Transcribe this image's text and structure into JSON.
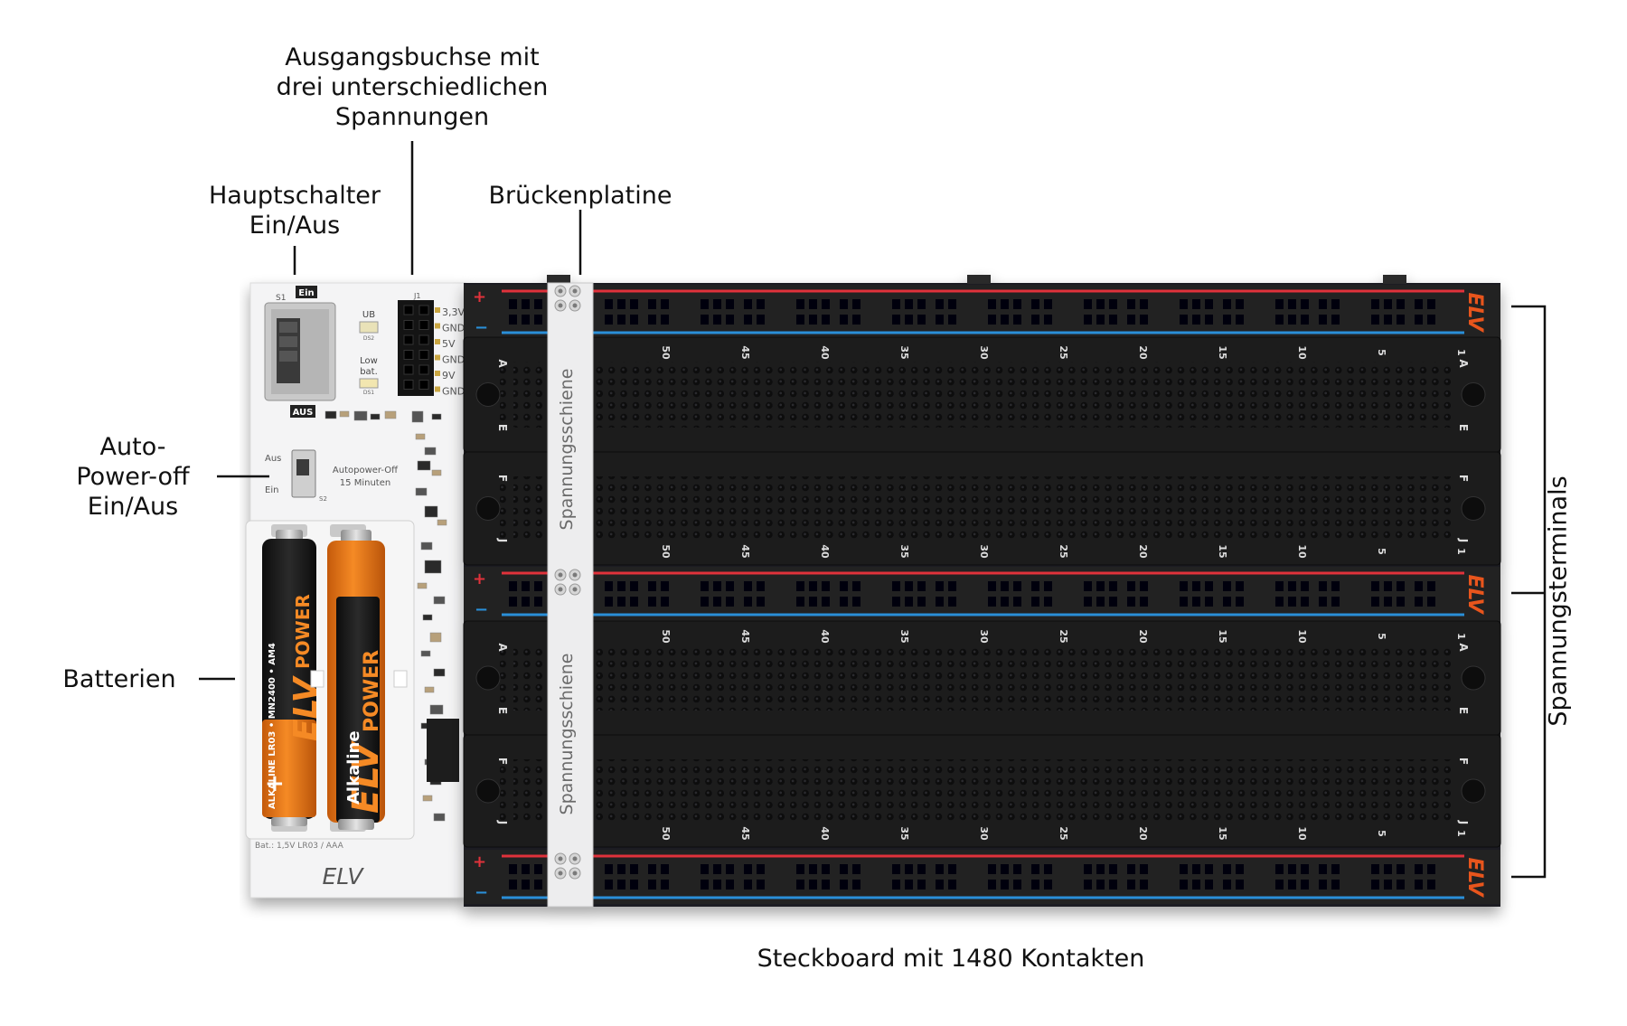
{
  "labels": {
    "output_socket": [
      "Ausgangsbuchse mit",
      "drei unterschiedlichen",
      "Spannungen"
    ],
    "main_switch": [
      "Hauptschalter",
      "Ein/Aus"
    ],
    "bridge_board": "Brückenplatine",
    "auto_power_off": [
      "Auto-",
      "Power-off",
      "Ein/Aus"
    ],
    "batteries": "Batterien",
    "voltage_terminals": "Spannungsterminals",
    "breadboard": "Steckboard mit 1480 Kontakten"
  },
  "module": {
    "switch_on": "Ein",
    "switch_off": "AUS",
    "s1": "S1",
    "j1": "J1",
    "ub": "UB",
    "ds2": "DS2",
    "low_bat": [
      "Low",
      "bat."
    ],
    "ds1": "DS1",
    "outputs": [
      "3,3V",
      "GND",
      "5V",
      "GND",
      "9V",
      "GND"
    ],
    "auto_aus": "Aus",
    "auto_ein": "Ein",
    "s2": "S2",
    "autopower_text": [
      "Autopower-Off",
      "15 Minuten"
    ],
    "bat_spec": "Bat.: 1,5V LR03 / AAA",
    "logo": "ELV"
  },
  "batteries": [
    {
      "brand": "ELV",
      "line": "POWER",
      "spec": "ALKALINE LR03 • MN2400 • AM4",
      "plus": "+"
    },
    {
      "brand": "ELV",
      "line": "POWER",
      "type": "Alkaline"
    }
  ],
  "breadboard": {
    "rail_text": "Spannungsschiene",
    "rail_brand": "ELV",
    "column_numbers": [
      "50",
      "45",
      "40",
      "35",
      "30",
      "25",
      "20",
      "15",
      "10",
      "5",
      "1"
    ],
    "row_letters_top": [
      "A",
      "E"
    ],
    "row_letters_bottom": [
      "F",
      "J"
    ],
    "plus": "+",
    "minus": "−",
    "plus_color": "#e0303a",
    "minus_color": "#2b8fd8",
    "brand_color": "#e8541e"
  }
}
